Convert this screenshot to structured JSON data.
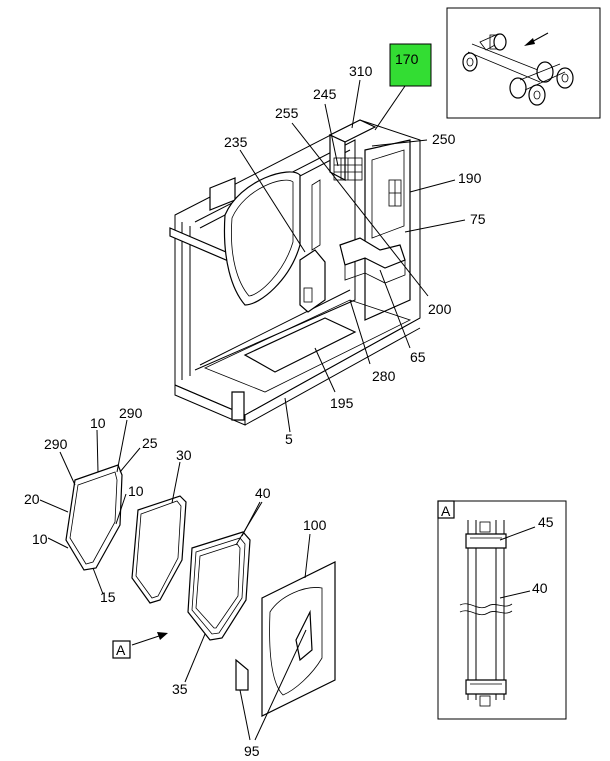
{
  "callouts": {
    "c170": "170",
    "c310": "310",
    "c245": "245",
    "c255": "255",
    "c250": "250",
    "c235": "235",
    "c190": "190",
    "c75": "75",
    "c200": "200",
    "c65": "65",
    "c280": "280",
    "c195": "195",
    "c5": "5",
    "c290a": "290",
    "c10a": "10",
    "c290b": "290",
    "c25": "25",
    "c30": "30",
    "c20": "20",
    "c10b": "10",
    "c10c": "10",
    "c15": "15",
    "c40a": "40",
    "c100": "100",
    "c35": "35",
    "c95": "95",
    "c45": "45",
    "c40b": "40"
  },
  "view_label": "A",
  "view_ref_label": "A",
  "highlight_color": "#33dd33",
  "highlighted_part": "170"
}
